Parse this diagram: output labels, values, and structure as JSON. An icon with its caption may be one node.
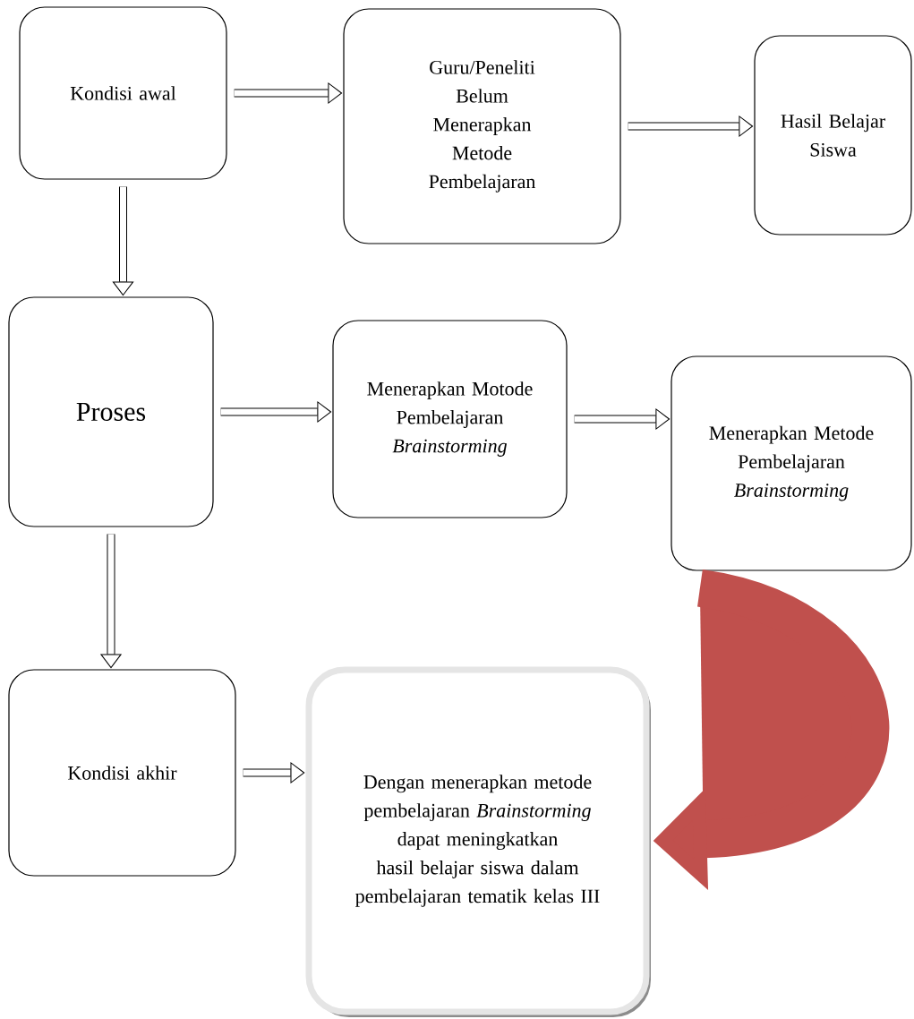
{
  "diagram": {
    "nodes": [
      {
        "text": [
          "Kondisi awal"
        ]
      },
      {
        "text": [
          "Guru/Peneliti Belum Menerapkan Metode Pembelajaran"
        ]
      },
      {
        "text": [
          "Hasil Belajar Siswa"
        ]
      },
      {
        "text": [
          "Proses"
        ]
      },
      {
        "text": [
          "Menerapkan Motode Pembelajaran *Brainstorming*"
        ]
      },
      {
        "text": [
          "Menerapkan Metode Pembelajaran *Brainstorming*"
        ]
      },
      {
        "text": [
          "Kondisi akhir"
        ]
      },
      {
        "text": [
          "Dengan menerapkan metode pembelajaran *Brainstorming* dapat meningkatkan hasil belajar siswa dalam pembelajaran tematik kelas III"
        ]
      }
    ],
    "edges": [
      {
        "from": 0,
        "to": 1,
        "arrow": "to"
      },
      {
        "from": 1,
        "to": 2,
        "arrow": "to"
      },
      {
        "from": 0,
        "to": 3,
        "arrow": "to"
      },
      {
        "from": 3,
        "to": 4,
        "arrow": "to"
      },
      {
        "from": 4,
        "to": 5,
        "arrow": "to"
      },
      {
        "from": 3,
        "to": 6,
        "arrow": "to"
      },
      {
        "from": 6,
        "to": 7,
        "arrow": "to"
      },
      {
        "from": 5,
        "to": 7,
        "arrow": "to",
        "style": "thick",
        "color": "#c0504d"
      }
    ]
  }
}
